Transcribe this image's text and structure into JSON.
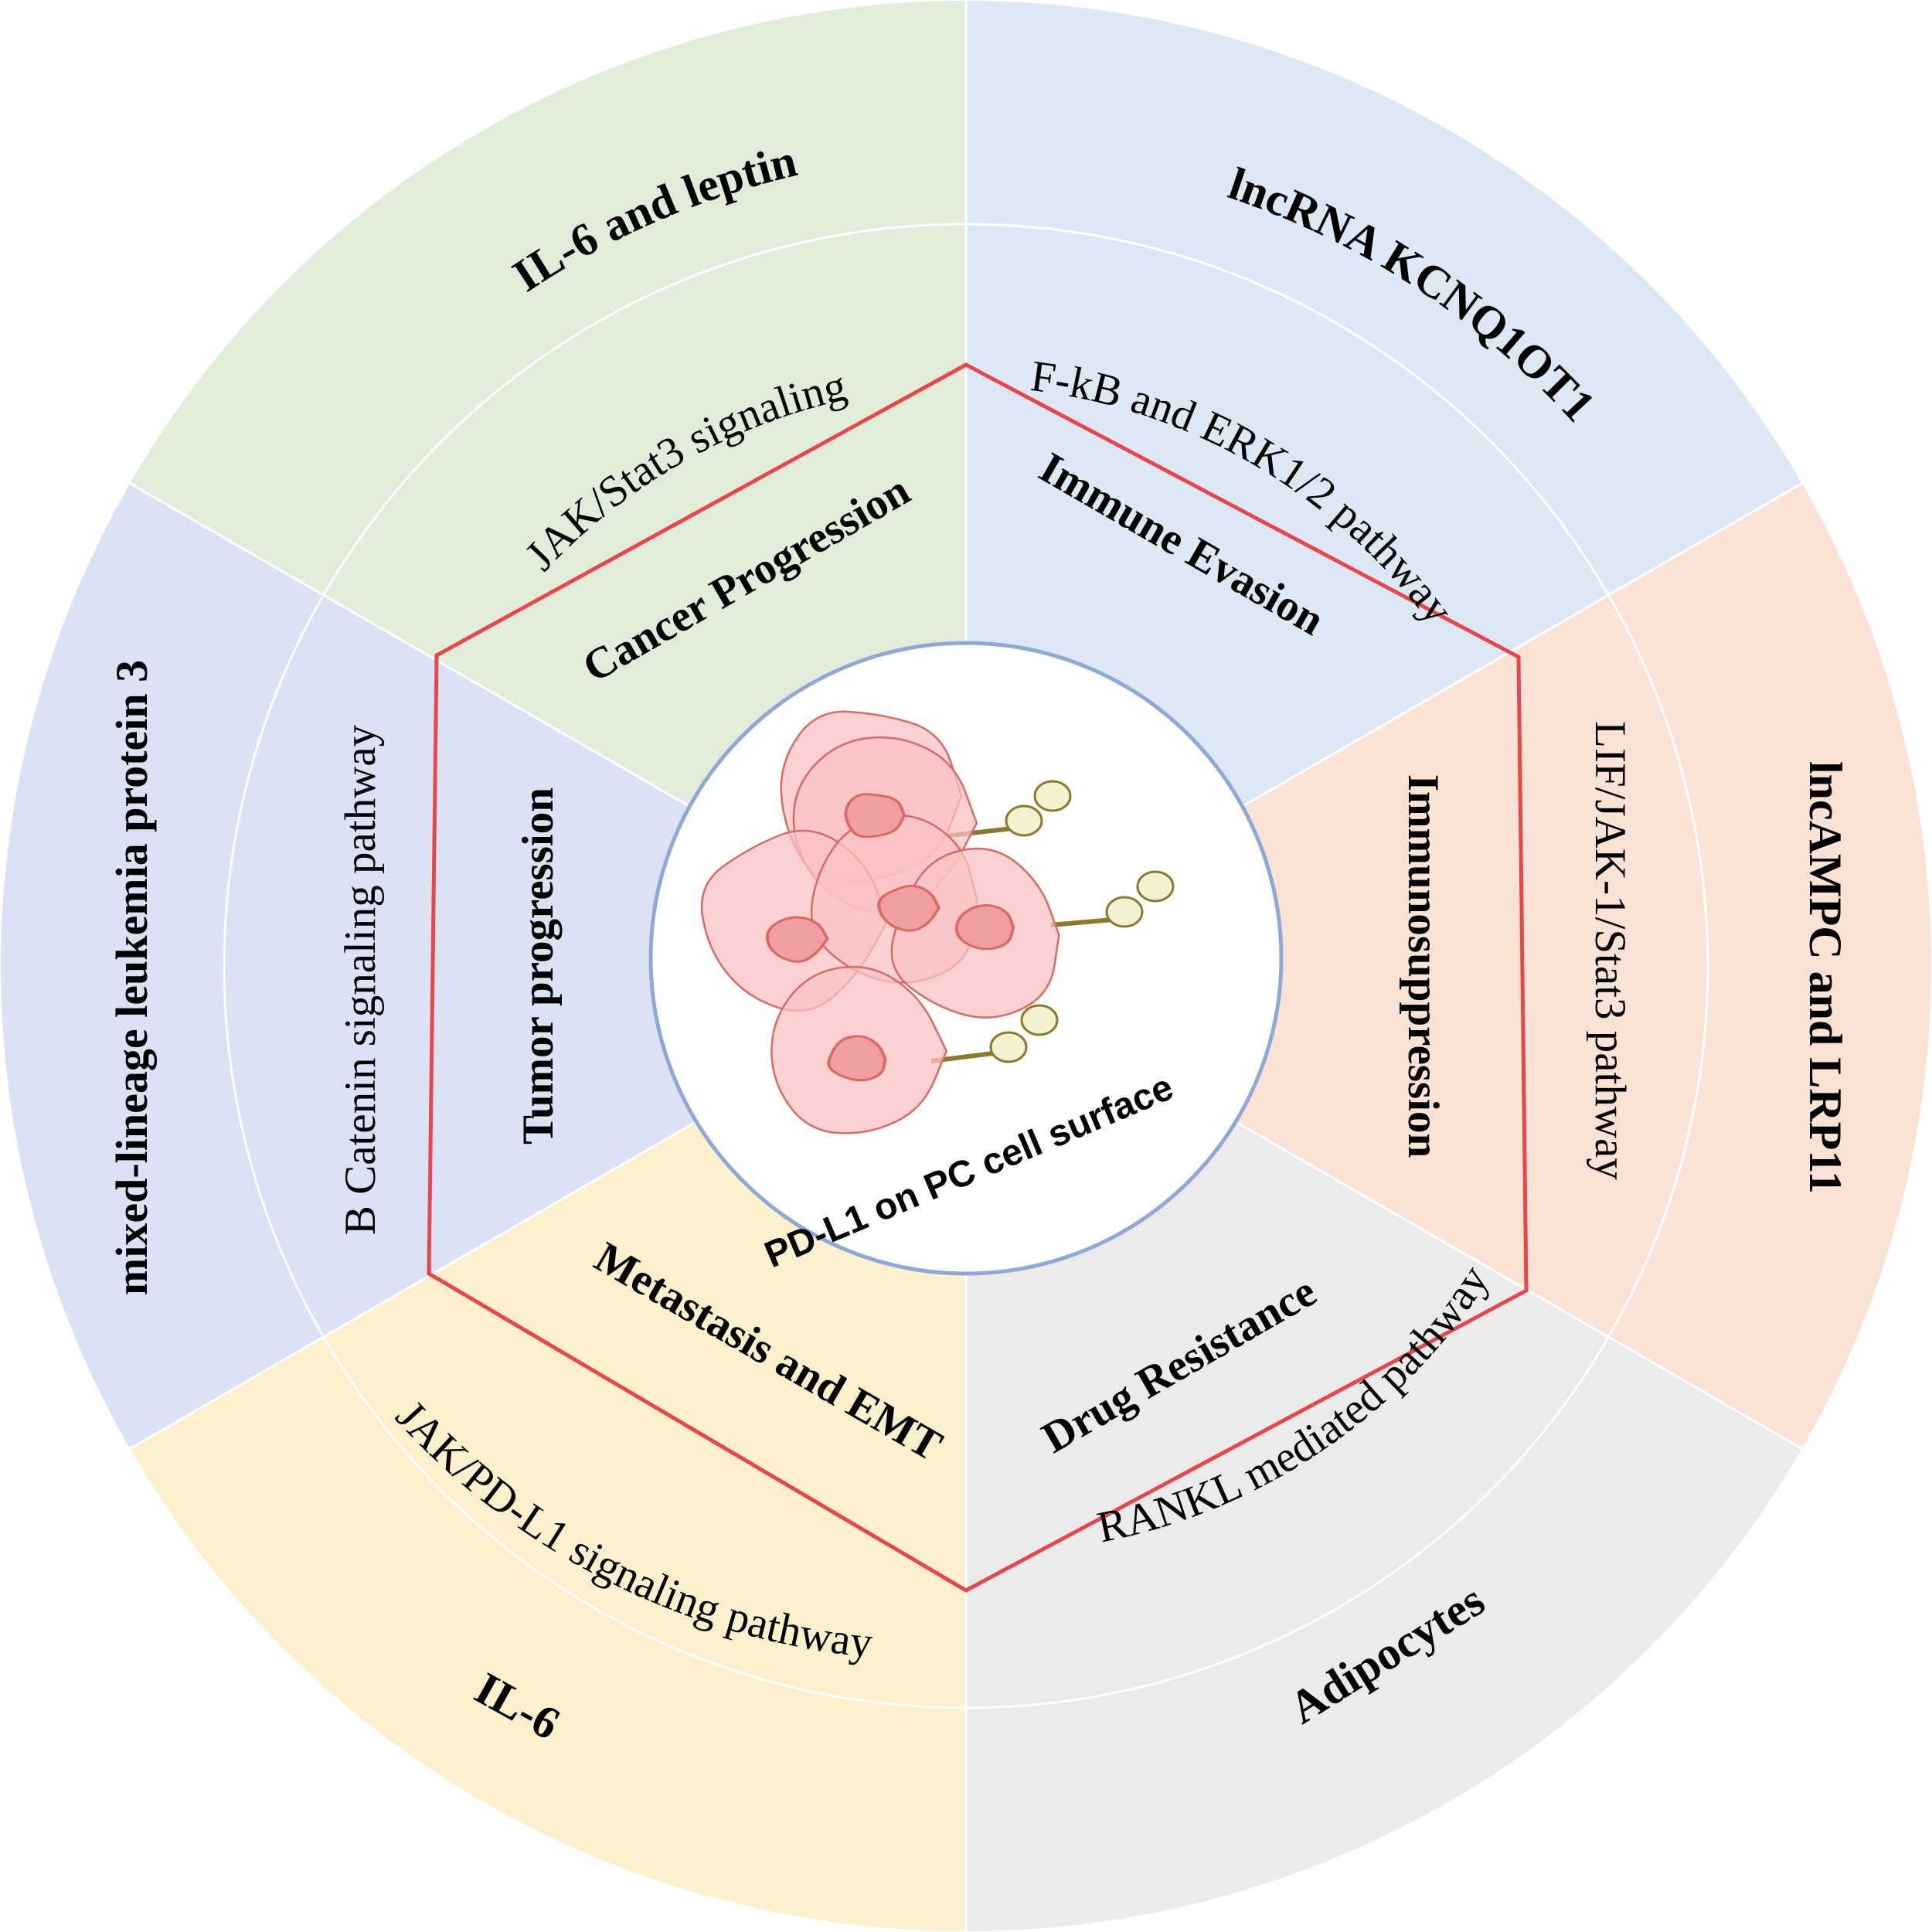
{
  "center": {
    "label": "PD-L1 on PC cell surface"
  },
  "sectors": [
    {
      "id": "cancer-progression",
      "color": "#e1edd9",
      "inner": "Cancer Progression",
      "middle": "JAK/Stat3 signaling",
      "outer": "IL-6 and leptin"
    },
    {
      "id": "immune-evasion",
      "color": "#dde8f5",
      "inner": "Immune Evasion",
      "middle": "NF-kB and ERK1/2 pathways",
      "outer": "lncRNA KCNQ1OT1"
    },
    {
      "id": "immunosuppression",
      "color": "#fae3d5",
      "inner": "Immunosuppression",
      "middle": "LIF/JAK-1/Stat3 pathway",
      "outer": "lncAMPC and LRP11"
    },
    {
      "id": "drug-resistance",
      "color": "#ebebeb",
      "inner": "Drug Resistance",
      "middle": "RANKL mediated pathway",
      "outer": "Adipocytes"
    },
    {
      "id": "metastasis-emt",
      "color": "#fdf0cd",
      "inner": "Metastasis and EMT",
      "middle": "JAK/PD-L1 signaling pathway",
      "outer": "IL-6"
    },
    {
      "id": "tumor-progression",
      "color": "#dae2f4",
      "inner": "Tumor progression",
      "middle": "B Catenin signaling pathway",
      "outer": "mixed-lineage leukemia protein 3"
    }
  ],
  "colors": {
    "hexagon": "#e8464a",
    "center_ring": "#8fa9d6",
    "cell_fill": "#f9c1c3",
    "cell_stroke": "#d86c62",
    "nucleus": "#f19ea3",
    "receptor_stem": "#8b7a2c",
    "receptor_ball": "#f4f1d2"
  },
  "icons": {
    "center": "cancer-cell-cluster-icon"
  }
}
